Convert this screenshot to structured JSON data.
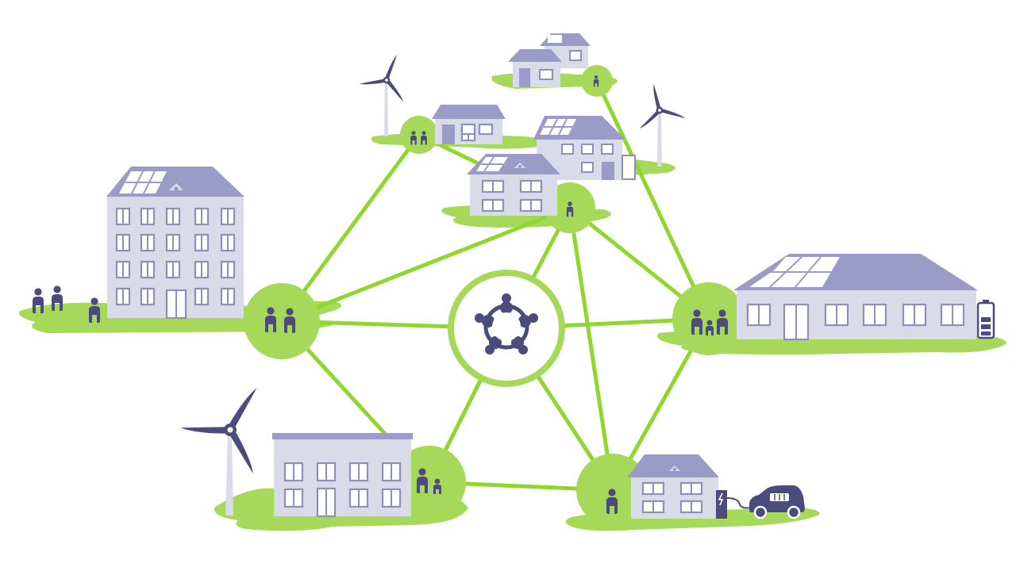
{
  "colors": {
    "background": "#ffffff",
    "grass": "#a6d95a",
    "grid_line": "#8fd62f",
    "building_wall": "#d9dbe9",
    "roof": "#9b9bc8",
    "window_frame": "#8f90b8",
    "window_glass": "#ffffff",
    "person": "#4b4c7d",
    "solar_panel": "#ffffff",
    "turbine_pole": "#d9dbe9",
    "turbine_blade": "#4b4c7d",
    "hub_ring": "#a6d95a"
  },
  "icons": {
    "hub": "community-circle-icon",
    "person": "person-icon",
    "turbine": "wind-turbine-icon",
    "battery": "battery-icon",
    "charger": "ev-charger-icon",
    "car": "electric-car-icon",
    "solar": "solar-panel-icon"
  },
  "nodes": [
    {
      "id": "hub",
      "kind": "community-hub",
      "people": 5
    },
    {
      "id": "apartment-node",
      "kind": "apartment-building",
      "people": 2,
      "solar": true
    },
    {
      "id": "row-houses-node",
      "kind": "row-houses",
      "people": 2,
      "solar": false
    },
    {
      "id": "hilltop-houses-node",
      "kind": "small-houses",
      "people": 1,
      "solar": true
    },
    {
      "id": "upper-house-node",
      "kind": "house",
      "people": 1,
      "solar": true
    },
    {
      "id": "bungalow-node",
      "kind": "bungalow",
      "people": 3,
      "solar": true,
      "battery": true
    },
    {
      "id": "office-node",
      "kind": "office-building",
      "people": 2,
      "solar": false
    },
    {
      "id": "ev-house-node",
      "kind": "house-with-ev",
      "people": 1,
      "solar": false,
      "ev": true
    }
  ],
  "links": [
    [
      "apartment-node",
      "hub"
    ],
    [
      "apartment-node",
      "row-houses-node"
    ],
    [
      "apartment-node",
      "upper-house-node"
    ],
    [
      "apartment-node",
      "office-node"
    ],
    [
      "row-houses-node",
      "upper-house-node"
    ],
    [
      "hilltop-houses-node",
      "bungalow-node"
    ],
    [
      "upper-house-node",
      "hub"
    ],
    [
      "upper-house-node",
      "bungalow-node"
    ],
    [
      "upper-house-node",
      "ev-house-node"
    ],
    [
      "bungalow-node",
      "hub"
    ],
    [
      "bungalow-node",
      "ev-house-node"
    ],
    [
      "office-node",
      "hub"
    ],
    [
      "office-node",
      "ev-house-node"
    ],
    [
      "ev-house-node",
      "hub"
    ]
  ]
}
